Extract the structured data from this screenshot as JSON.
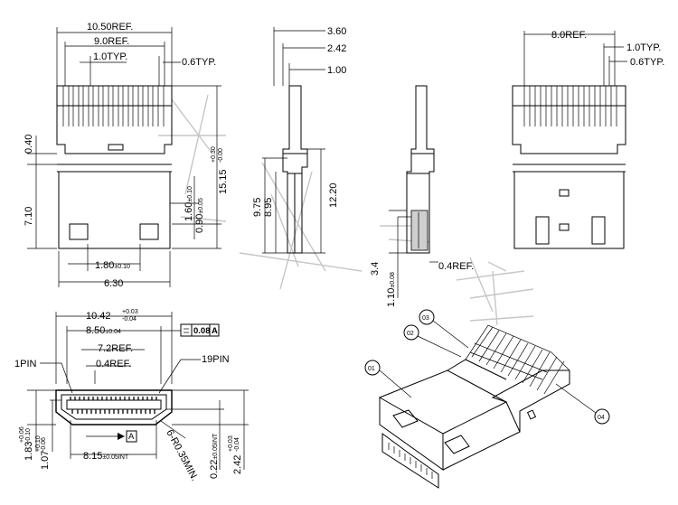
{
  "drawing": {
    "top_left_view": {
      "dim_width_ref": "10.50REF.",
      "dim_pitch_span": "9.0REF.",
      "dim_pitch": "1.0TYP.",
      "dim_lead_width": "0.6TYP.",
      "dim_left_upper": "0.40",
      "dim_left_lower": "7.10",
      "dim_window_offset": "1.60",
      "dim_window_offset_tol": "±0.10",
      "dim_window_height": "0.90",
      "dim_window_height_tol": "±0.05",
      "dim_overall_height": "15.15",
      "dim_overall_height_tol_upper": "+0.30",
      "dim_overall_height_tol_lower": "-0.00",
      "dim_window_spacing": "1.80",
      "dim_window_spacing_tol": "±0.10",
      "dim_shell_width": "6.30"
    },
    "side_view": {
      "dim_total": "3.60",
      "dim_mid": "2.42",
      "dim_tail": "1.00",
      "dim_left_a": "9.75",
      "dim_left_b": "8.95",
      "dim_right": "12.20"
    },
    "mid_view": {
      "dim_shell_thk": "0.4REF.",
      "dim_left_small": "3.4",
      "dim_left_tol_val": "1.10",
      "dim_left_tol": "±0.08"
    },
    "top_right_view": {
      "dim_pitch_span": "8.0REF.",
      "dim_pitch": "1.0TYP.",
      "dim_lead_width": "0.6TYP."
    },
    "front_view": {
      "dim_outer_width": "10.42",
      "dim_outer_width_tol_upper": "+0.03",
      "dim_outer_width_tol_lower": "-0.04",
      "dim_inner_width": "8.50",
      "dim_inner_width_tol": "±0.04",
      "flatness_value": "0.08",
      "flatness_datum": "A",
      "dim_tongue_ref": "7.2REF.",
      "dim_tongue_thk": "0.4REF.",
      "label_pin1": "1PIN",
      "label_pin19": "19PIN",
      "datum_a": "A",
      "dim_height_left": "1.83",
      "dim_height_left_tol_upper": "+0.06",
      "dim_height_left_tol_lower": "-0.10",
      "dim_tongue_h": "1.07",
      "dim_tongue_h_tol_upper": "+0.10",
      "dim_tongue_h_tol_lower": "-0.06",
      "dim_contact_span": "8.15",
      "dim_contact_span_tol": "±0.05INT",
      "dim_radius": "6-R0.35MIN.",
      "dim_contact_thk": "0.22",
      "dim_contact_thk_tol": "±0.05INT",
      "dim_height_right": "2.42",
      "dim_height_right_tol_upper": "+0.03",
      "dim_height_right_tol_lower": "-0.04"
    },
    "iso_view": {
      "balloon_1": "01",
      "balloon_2": "02",
      "balloon_3": "03",
      "balloon_4": "04"
    }
  }
}
